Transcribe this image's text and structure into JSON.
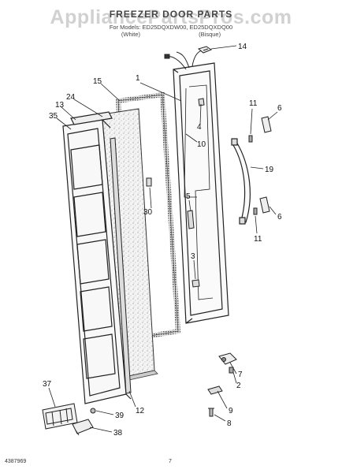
{
  "watermark": "AppliancePartsPros.com",
  "header": {
    "title": "FREEZER DOOR PARTS",
    "models_line": "For Models: ED25DQXDW00, ED25DQXDQ00",
    "variant_white": "(White)",
    "variant_bisque": "(Bisque)"
  },
  "footer": {
    "doc_number": "4387969",
    "page_number": "7"
  },
  "callouts": [
    {
      "id": "c1",
      "label": "1"
    },
    {
      "id": "c2",
      "label": "2"
    },
    {
      "id": "c3",
      "label": "3"
    },
    {
      "id": "c4",
      "label": "4"
    },
    {
      "id": "c5",
      "label": "5"
    },
    {
      "id": "c6a",
      "label": "6"
    },
    {
      "id": "c6b",
      "label": "6"
    },
    {
      "id": "c7",
      "label": "7"
    },
    {
      "id": "c8",
      "label": "8"
    },
    {
      "id": "c9",
      "label": "9"
    },
    {
      "id": "c10",
      "label": "10"
    },
    {
      "id": "c11a",
      "label": "11"
    },
    {
      "id": "c11b",
      "label": "11"
    },
    {
      "id": "c12",
      "label": "12"
    },
    {
      "id": "c13",
      "label": "13"
    },
    {
      "id": "c14",
      "label": "14"
    },
    {
      "id": "c15",
      "label": "15"
    },
    {
      "id": "c19",
      "label": "19"
    },
    {
      "id": "c24",
      "label": "24"
    },
    {
      "id": "c30",
      "label": "30"
    },
    {
      "id": "c35",
      "label": "35"
    },
    {
      "id": "c37",
      "label": "37"
    },
    {
      "id": "c38",
      "label": "38"
    },
    {
      "id": "c39",
      "label": "39"
    }
  ]
}
